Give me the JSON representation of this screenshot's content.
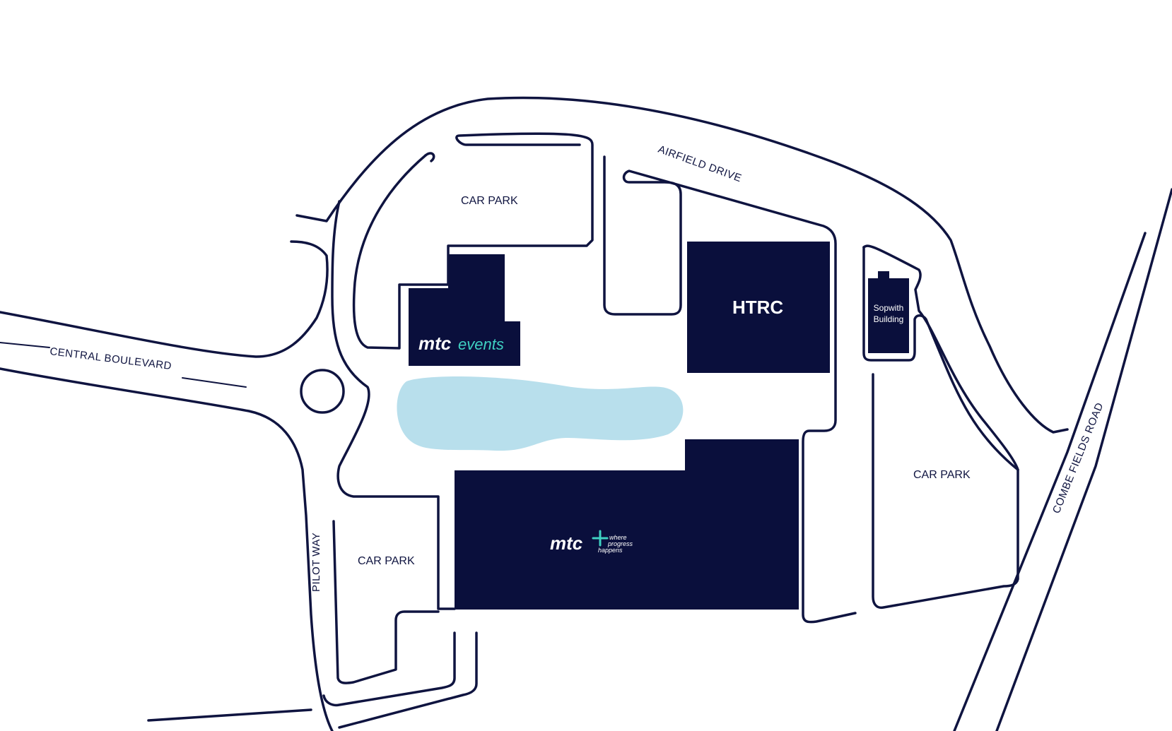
{
  "map": {
    "colors": {
      "road_line": "#0f1440",
      "building": "#0a0f3c",
      "lake": "#b8dfec",
      "background": "#ffffff",
      "accent_teal": "#3fd1c2",
      "label_on_building": "#ffffff"
    },
    "roads": {
      "airfield_drive": "AIRFIELD DRIVE",
      "central_boulevard": "CENTRAL BOULEVARD",
      "pilot_way": "PILOT WAY",
      "combe_fields_road": "COMBE FIELDS ROAD"
    },
    "car_parks": {
      "north": "CAR PARK",
      "east": "CAR PARK",
      "south_west": "CAR PARK"
    },
    "buildings": {
      "mtc_events": {
        "logo_main": "mtc",
        "logo_sub": "events"
      },
      "htrc": {
        "label": "HTRC"
      },
      "sopwith": {
        "line1": "Sopwith",
        "line2": "Building"
      },
      "mtc_main": {
        "logo_main": "mtc",
        "tagline_1": "where",
        "tagline_2": "progress",
        "tagline_3": "happens"
      }
    }
  }
}
